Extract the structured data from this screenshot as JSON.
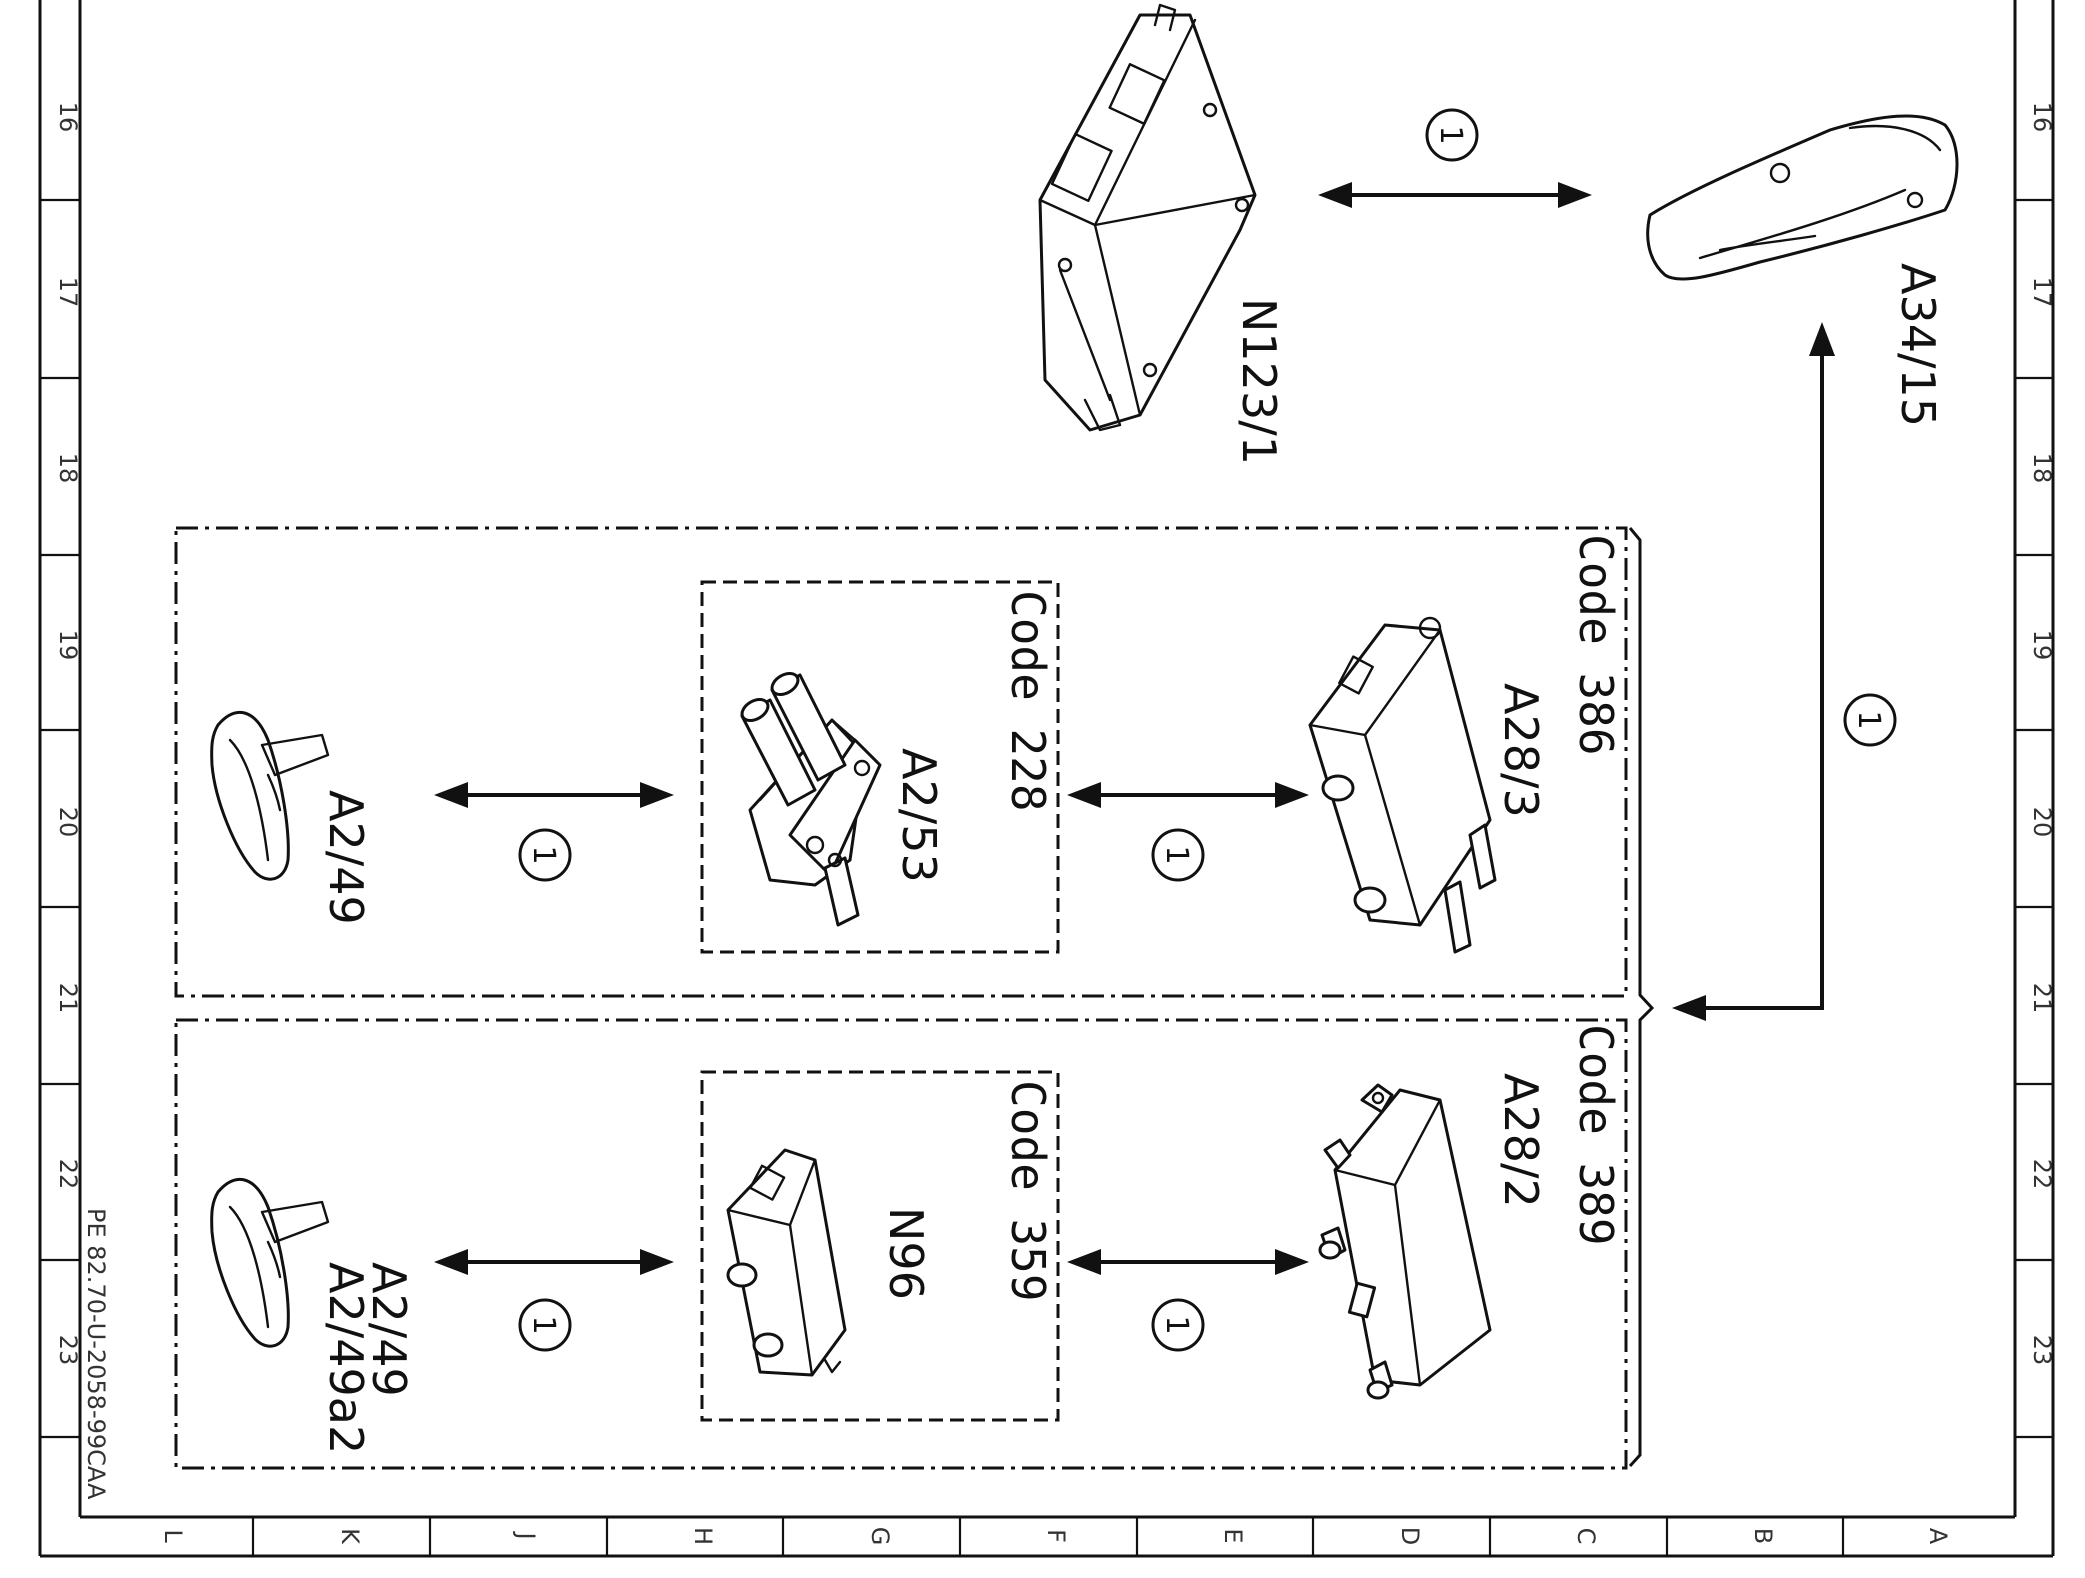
{
  "frame": {
    "row_labels": [
      "16",
      "17",
      "18",
      "19",
      "20",
      "21",
      "22",
      "23"
    ],
    "column_labels": [
      "L",
      "K",
      "J",
      "H",
      "G",
      "F",
      "E",
      "D",
      "C",
      "B",
      "A"
    ]
  },
  "drawing_reference": "PE 82.70-U-2058-99CAA",
  "components": {
    "n123_1": "N123/1",
    "a34_15": "A34/15",
    "a28_3": "A28/3",
    "a2_53": "A2/53",
    "a2_49_top": "A2/49",
    "a28_2": "A28/2",
    "n96": "N96",
    "a2_49_bottom": "A2/49",
    "a2_49a2": "A2/49a2"
  },
  "groups": {
    "code_386": "Code 386",
    "code_228": "Code 228",
    "code_389": "Code 389",
    "code_359": "Code 359"
  },
  "connection_marker": "1"
}
